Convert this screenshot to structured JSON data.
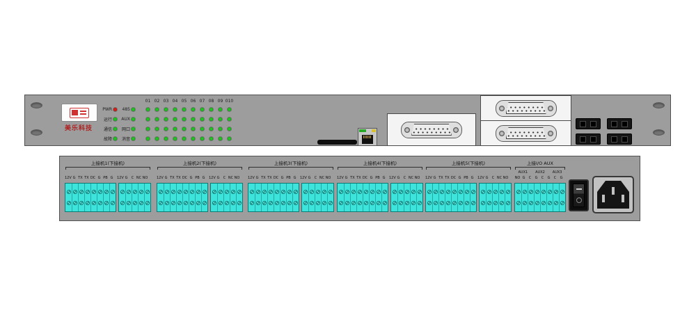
{
  "device": {
    "brand": "美乐科技"
  },
  "front_panel": {
    "led_grid_headers": [
      "01",
      "02",
      "03",
      "04",
      "05",
      "06",
      "07",
      "08",
      "09",
      "010"
    ],
    "grid_cols": 10,
    "status_rows": [
      {
        "left": [
          {
            "label": "PWR",
            "color": "#e01818"
          },
          {
            "label": "485",
            "color": "#1ec91e"
          }
        ]
      },
      {
        "left": [
          {
            "label": "运行",
            "color": "#1ec91e"
          },
          {
            "label": "AUX",
            "color": "#1ec91e"
          }
        ]
      },
      {
        "left": [
          {
            "label": "通信",
            "color": "#1ec91e"
          },
          {
            "label": "网口",
            "color": "#1ec91e"
          }
        ]
      },
      {
        "left": [
          {
            "label": "故障",
            "color": "#1ec91e"
          },
          {
            "label": "消音",
            "color": "#1ec91e"
          }
        ]
      }
    ]
  },
  "rear_panel": {
    "groups": [
      {
        "title": "上接机1(下接机)",
        "main_labels": [
          "12V",
          "G",
          "TX",
          "TX",
          "DC",
          "G",
          "PB",
          "G"
        ],
        "aux_labels": [
          "12V",
          "G",
          "C",
          "NC",
          "NO"
        ]
      },
      {
        "title": "上接机2(下接机)",
        "main_labels": [
          "12V",
          "G",
          "TX",
          "TX",
          "DC",
          "G",
          "PB",
          "G"
        ],
        "aux_labels": [
          "12V",
          "G",
          "C",
          "NC",
          "NO"
        ]
      },
      {
        "title": "上接机3(下接机)",
        "main_labels": [
          "12V",
          "G",
          "TX",
          "TX",
          "DC",
          "G",
          "PB",
          "G"
        ],
        "aux_labels": [
          "12V",
          "G",
          "C",
          "NC",
          "NO"
        ]
      },
      {
        "title": "上接机4(下接机)",
        "main_labels": [
          "12V",
          "G",
          "TX",
          "TX",
          "DC",
          "G",
          "PB",
          "G"
        ],
        "aux_labels": [
          "12V",
          "G",
          "C",
          "NC",
          "NO"
        ]
      },
      {
        "title": "上接机5(下接机)",
        "main_labels": [
          "12V",
          "G",
          "TX",
          "TX",
          "DC",
          "G",
          "PB",
          "G"
        ],
        "aux_labels": [
          "12V",
          "G",
          "C",
          "NC",
          "NO"
        ]
      },
      {
        "title": "上接I/O AUX",
        "sub_labels": [
          "AUX1",
          "AUX2",
          "AUX3"
        ],
        "main_labels": [
          "NO",
          "G",
          "C",
          "G",
          "C",
          "G",
          "C",
          "G"
        ]
      }
    ]
  },
  "colors": {
    "panel_gray": "#9d9d9d",
    "terminal_cyan": "#3ce4dc",
    "led_green": "#1ec91e",
    "led_red": "#e01818",
    "brand_red": "#b02020"
  }
}
